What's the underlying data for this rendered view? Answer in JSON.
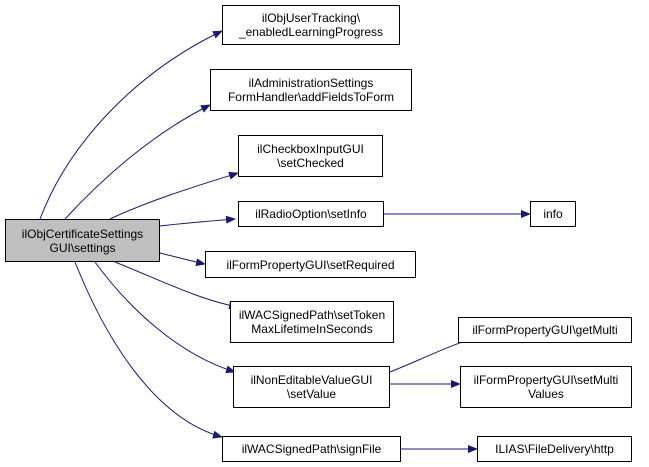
{
  "colors": {
    "edge": "#191970",
    "root_fill": "#bfbfbf",
    "node_fill": "#ffffff",
    "node_border": "#000000"
  },
  "nodes": {
    "root": {
      "line1": "ilObjCertificateSettings",
      "line2": "GUI\\settings"
    },
    "user_tracking": {
      "line1": "ilObjUserTracking\\",
      "line2": "_enabledLearningProgress"
    },
    "admin_settings": {
      "line1": "ilAdministrationSettings",
      "line2": "FormHandler\\addFieldsToForm"
    },
    "checkbox": {
      "line1": "ilCheckboxInputGUI",
      "line2": "\\setChecked"
    },
    "radio": {
      "line1": "ilRadioOption\\setInfo"
    },
    "info": {
      "line1": "info"
    },
    "form_required": {
      "line1": "ilFormPropertyGUI\\setRequired"
    },
    "wac_token": {
      "line1": "ilWACSignedPath\\setToken",
      "line2": "MaxLifetimeInSeconds"
    },
    "get_multi": {
      "line1": "ilFormPropertyGUI\\getMulti"
    },
    "non_editable": {
      "line1": "ilNonEditableValueGUI",
      "line2": "\\setValue"
    },
    "set_multi": {
      "line1": "ilFormPropertyGUI\\setMulti",
      "line2": "Values"
    },
    "sign_file": {
      "line1": "ilWACSignedPath\\signFile"
    },
    "http": {
      "line1": "ILIAS\\FileDelivery\\http"
    }
  }
}
